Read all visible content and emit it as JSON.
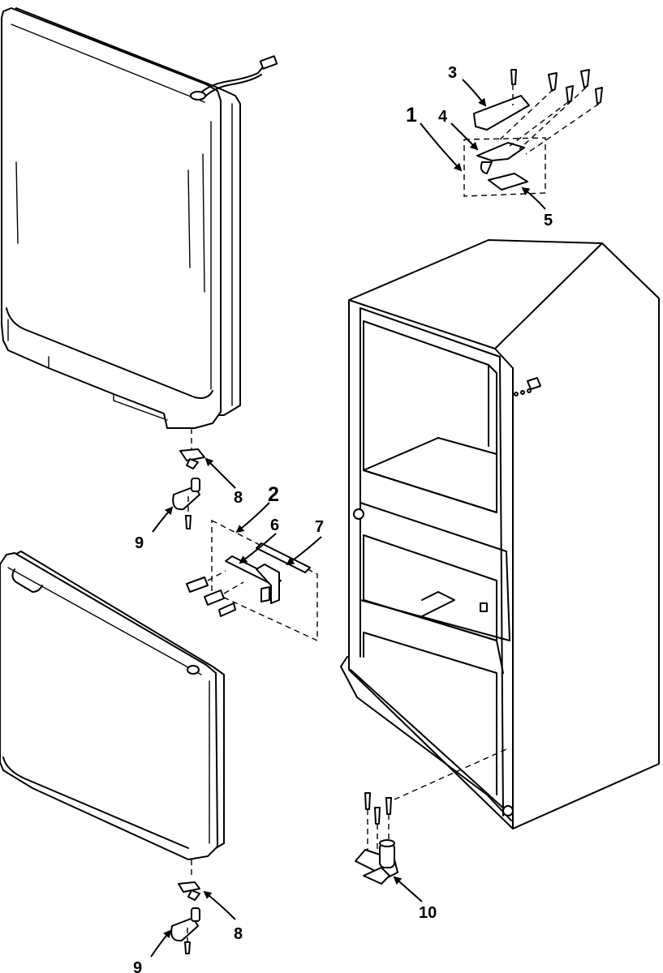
{
  "callouts": {
    "c1": "1",
    "c2": "2",
    "c3": "3",
    "c4": "4",
    "c5": "5",
    "c6": "6",
    "c7": "7",
    "c8a": "8",
    "c8b": "8",
    "c9a": "9",
    "c9b": "9",
    "c10": "10"
  },
  "parts": {
    "freezer_door": "freezer-door",
    "fridge_door": "refrigerator-door",
    "cabinet": "refrigerator-cabinet",
    "top_hinge": "top-hinge-assembly",
    "middle_hinge": "middle-hinge-assembly",
    "bottom_hinge": "bottom-hinge"
  }
}
